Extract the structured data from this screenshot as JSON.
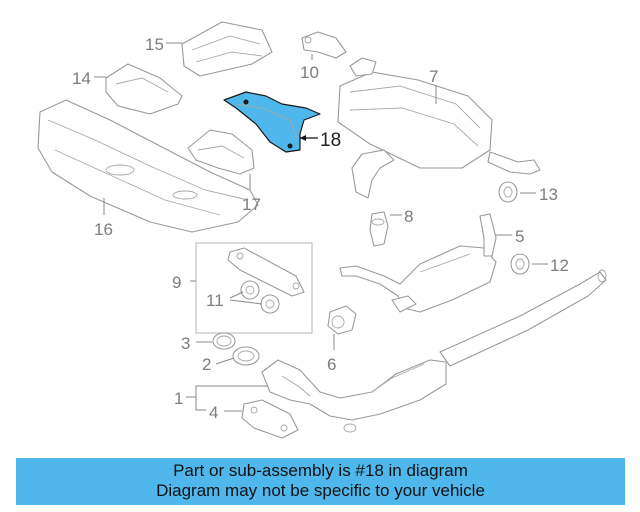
{
  "diagram": {
    "callouts": [
      "15",
      "10",
      "14",
      "7",
      "18",
      "17",
      "16",
      "13",
      "8",
      "5",
      "9",
      "12",
      "11",
      "3",
      "6",
      "2",
      "1",
      "4"
    ],
    "highlight_color": "#4fb7ec"
  },
  "banner": {
    "line1": "Part or sub-assembly is #18 in diagram",
    "line2": "Diagram may not be specific to your vehicle",
    "color": "#4fb7ec"
  }
}
